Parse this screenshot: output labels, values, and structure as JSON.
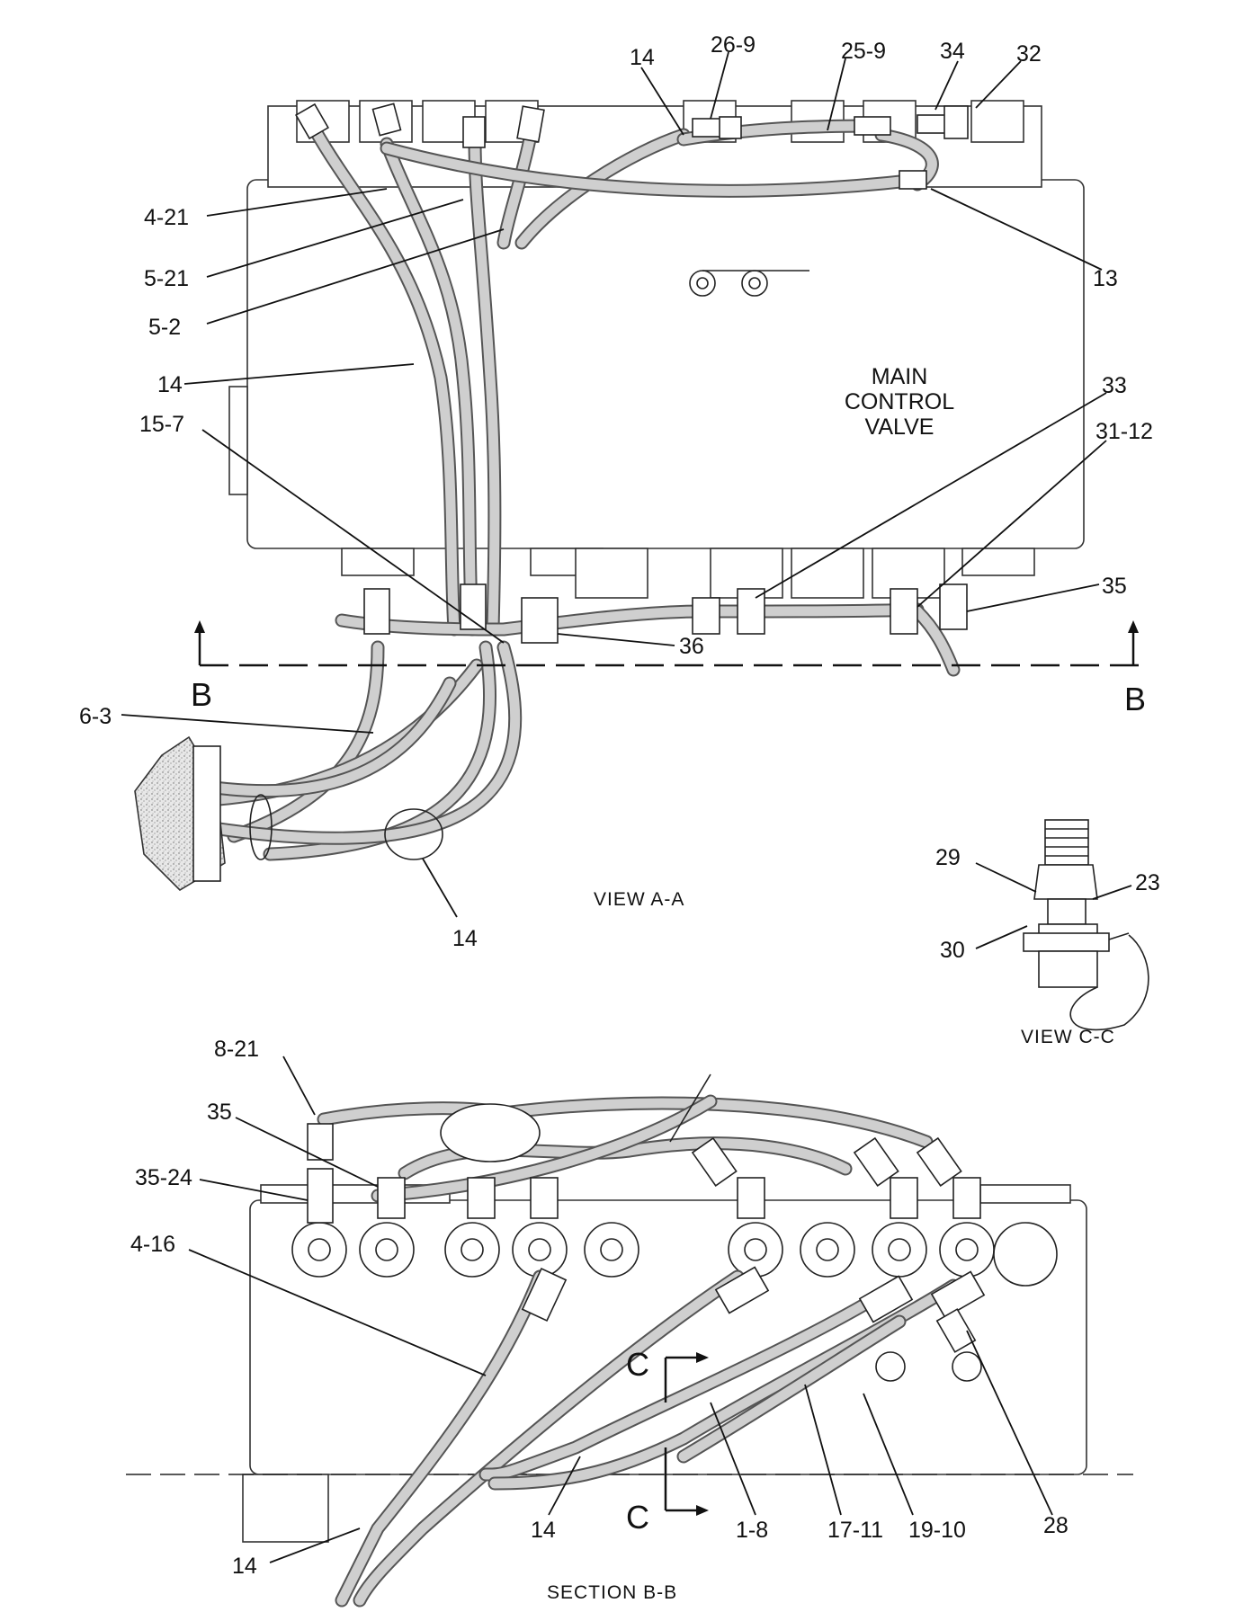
{
  "view_aa": {
    "caption": "VIEW A-A",
    "body_text": [
      "MAIN",
      "CONTROL",
      "VALVE"
    ],
    "callouts": [
      "14",
      "26-9",
      "25-9",
      "34",
      "32",
      "4-21",
      "5-21",
      "5-2",
      "13",
      "14",
      "33",
      "15-7",
      "31-12",
      "35",
      "36",
      "6-3",
      "14"
    ]
  },
  "section_marks": {
    "b_left": "B",
    "b_right": "B",
    "c_top": "C",
    "c_bottom": "C"
  },
  "view_cc": {
    "caption": "VIEW C-C",
    "callouts": [
      "23",
      "29",
      "30"
    ]
  },
  "section_bb": {
    "caption": "SECTION B-B",
    "callouts": [
      "8-21",
      "35",
      "35-24",
      "4-16",
      "14",
      "1-8",
      "17-11",
      "19-10",
      "28",
      "14"
    ]
  }
}
